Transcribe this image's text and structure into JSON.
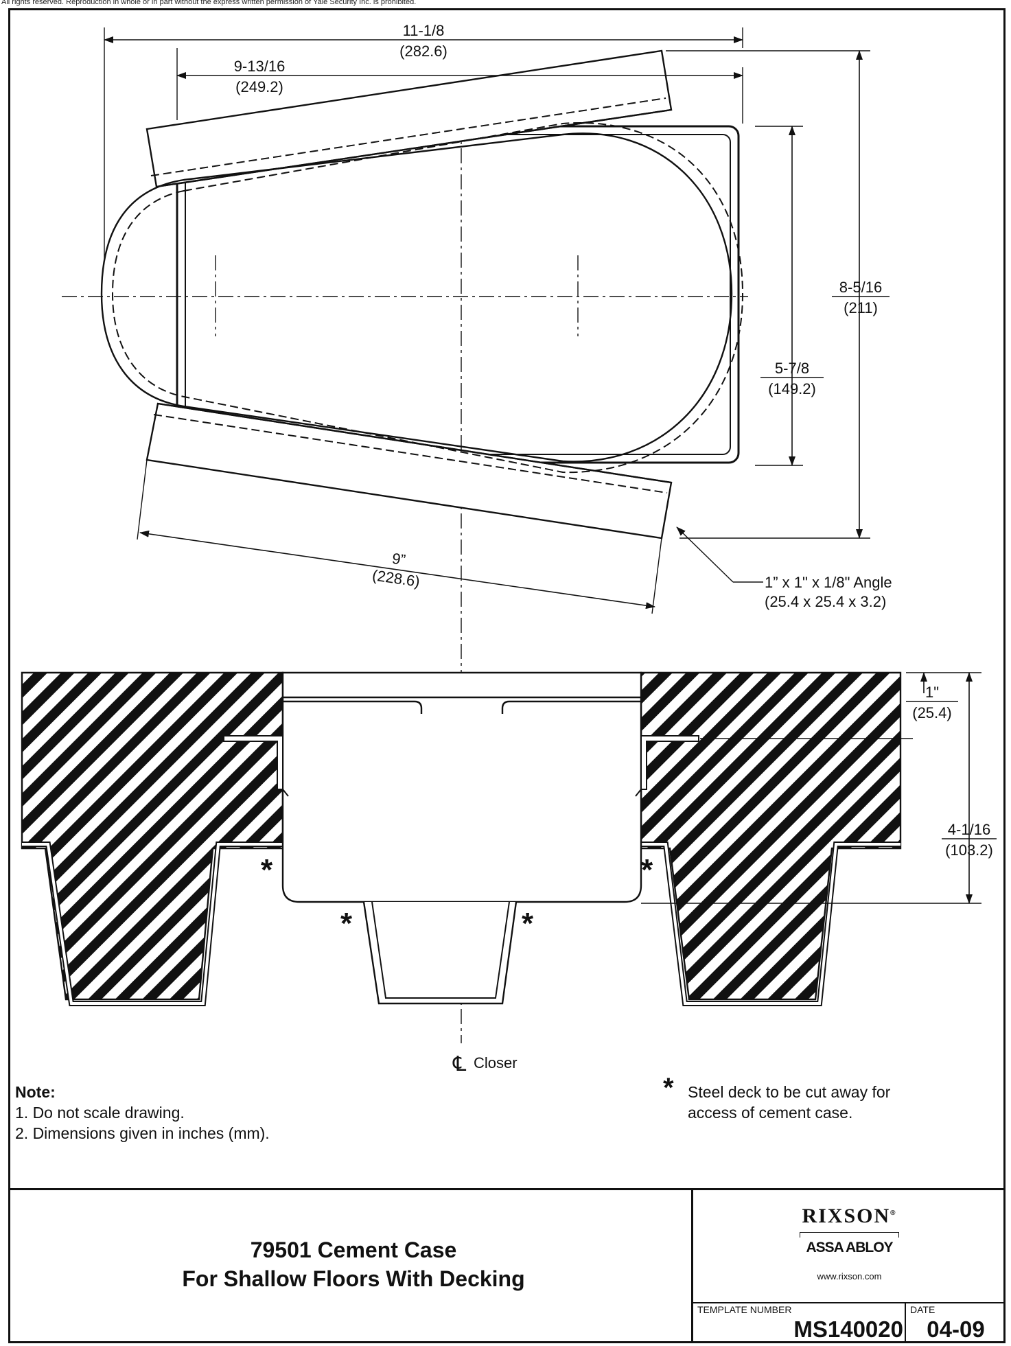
{
  "copyright": "All rights reserved. Reproduction in whole or in part without the express written permission of Yale Security Inc. is prohibited.",
  "dimensions": {
    "overall_width_in": "11-1/8",
    "overall_width_mm": "(282.6)",
    "inner_width_in": "9-13/16",
    "inner_width_mm": "(249.2)",
    "overall_height_in": "8-5/16",
    "overall_height_mm": "(211)",
    "inner_height_in": "5-7/8",
    "inner_height_mm": "(149.2)",
    "angle_length_in": "9”",
    "angle_length_mm": "(228.6)",
    "depth_top_in": "1\"",
    "depth_top_mm": "(25.4)",
    "depth_total_in": "4-1/16",
    "depth_total_mm": "(103.2)"
  },
  "callouts": {
    "angle_line1": "1” x 1\" x 1/8\" Angle",
    "angle_line2": "(25.4 x 25.4 x 3.2)",
    "centerline_symbol": "℄",
    "centerline_label": "Closer",
    "asterisk": "*"
  },
  "notes": {
    "heading": "Note:",
    "items": [
      "1. Do not scale drawing.",
      "2. Dimensions given in inches (mm)."
    ]
  },
  "deck_note": {
    "symbol": "*",
    "text": "Steel deck to be cut away for access of cement case."
  },
  "title_block": {
    "title_line1": "79501 Cement Case",
    "title_line2": "For Shallow Floors With Decking",
    "brand": "RIXSON",
    "registered": "®",
    "parent": "ASSA ABLOY",
    "url": "www.rixson.com",
    "template_label": "TEMPLATE NUMBER",
    "template_number": "MS140020",
    "date_label": "DATE",
    "date": "04-09"
  }
}
